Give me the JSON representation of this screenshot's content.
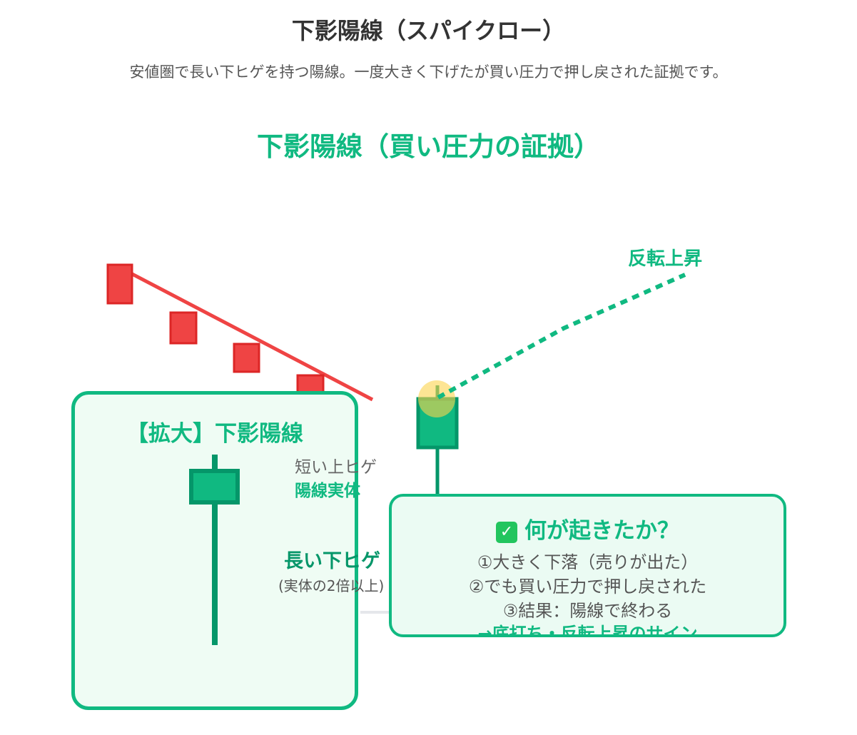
{
  "header": {
    "title": "下影陽線（スパイクロー）",
    "subtitle": "安値圏で長い下ヒゲを持つ陽線。一度大きく下げたが買い圧力で押し戻された証拠です。"
  },
  "chart": {
    "title": "下影陽線（買い圧力の証拠）",
    "reversal_label": "反転上昇"
  },
  "zoom_panel": {
    "title": "【拡大】下影陽線",
    "labels": {
      "upper_wick": "短い上ヒゲ",
      "body": "陽線実体",
      "lower_wick": "長い下ヒゲ",
      "lower_wick_note": "(実体の2倍以上)"
    }
  },
  "info_box": {
    "icon": "check-mark-icon",
    "title": "何が起きたか？",
    "lines": [
      "①大きく下落（売りが出た）",
      "②でも買い圧力で押し戻された",
      "③結果：陽線で終わる"
    ],
    "conclusion": "→底打ち・反転上昇のサイン"
  },
  "colors": {
    "green": "#10b981",
    "dark_green": "#059669",
    "red": "#ef4444",
    "red_border": "#dc2626"
  }
}
